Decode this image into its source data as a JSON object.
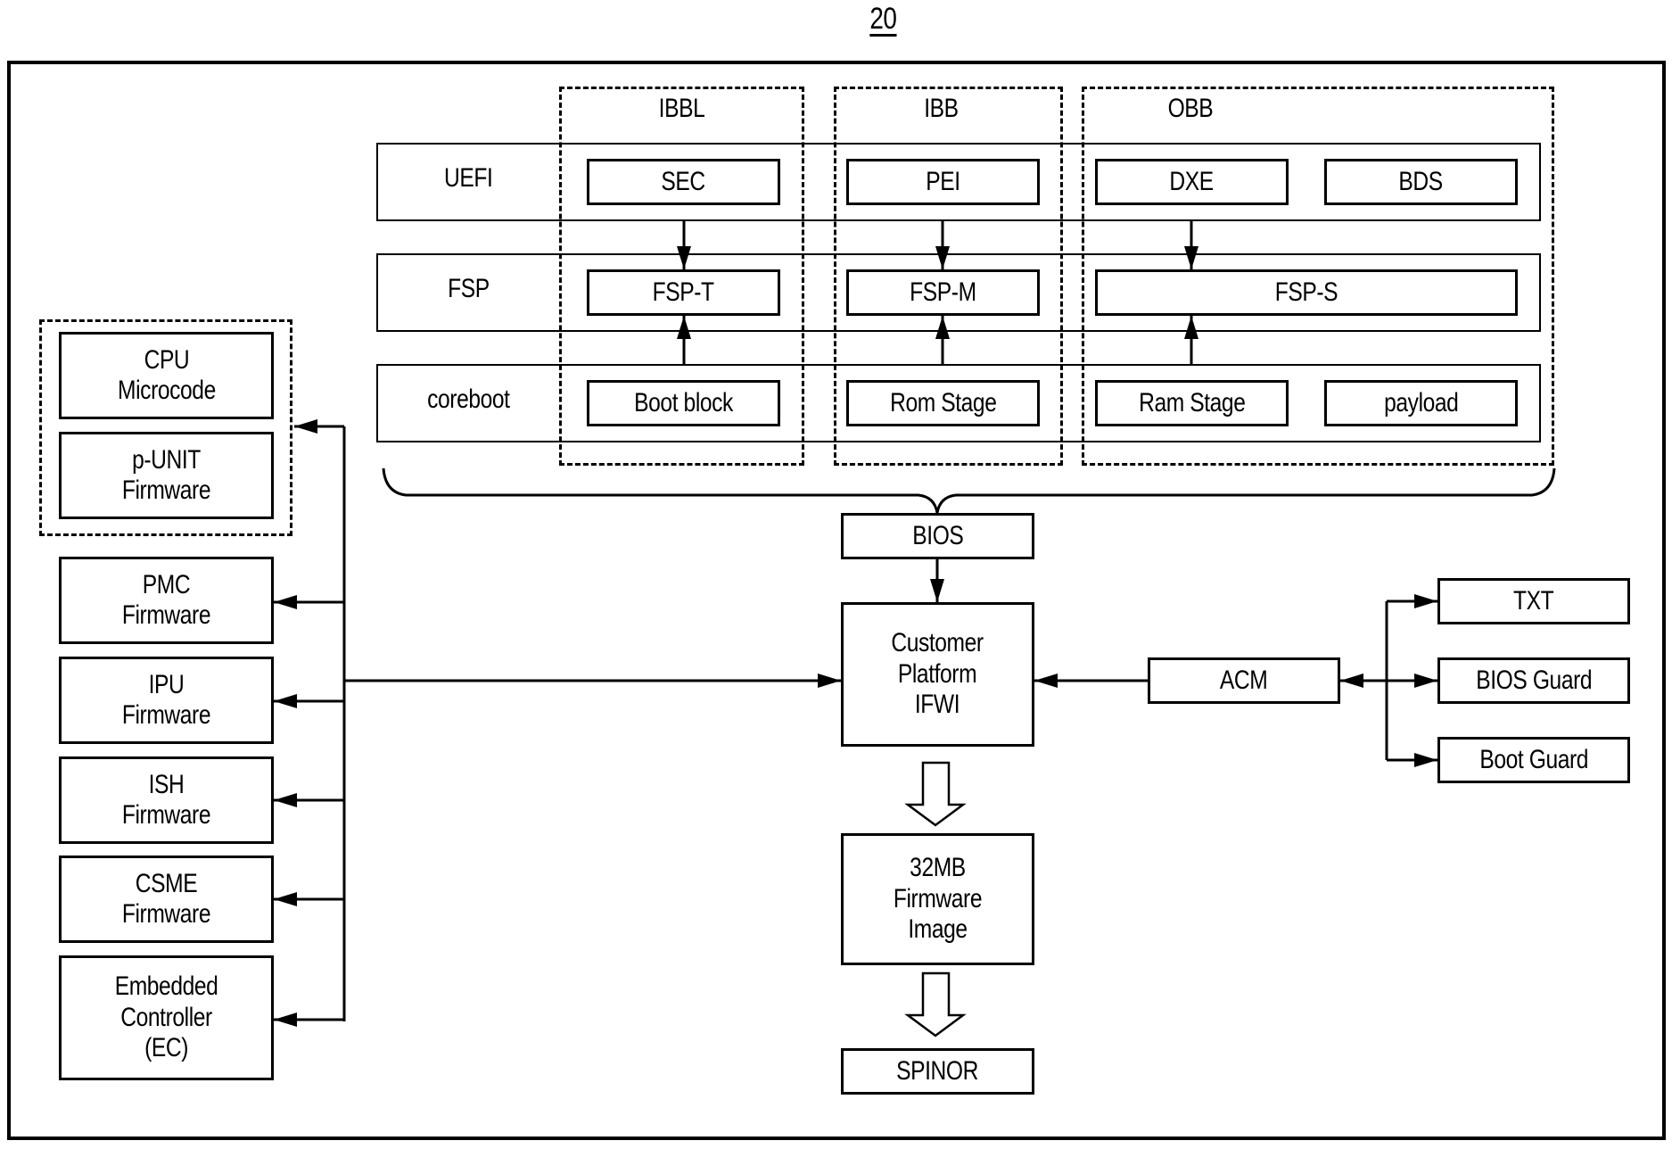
{
  "figure_number": "20",
  "phases": {
    "ibbl": "IBBL",
    "ibb": "IBB",
    "obb": "OBB"
  },
  "rows": {
    "uefi": {
      "label": "UEFI",
      "items": [
        "SEC",
        "PEI",
        "DXE",
        "BDS"
      ]
    },
    "fsp": {
      "label": "FSP",
      "items": [
        "FSP-T",
        "FSP-M",
        "FSP-S"
      ]
    },
    "coreboot": {
      "label": "coreboot",
      "items": [
        "Boot block",
        "Rom Stage",
        "Ram Stage",
        "payload"
      ]
    }
  },
  "center": {
    "bios": "BIOS",
    "ifwi": "Customer\nPlatform\nIFWI",
    "image": "32MB\nFirmware\nImage",
    "spinor": "SPINOR"
  },
  "left": {
    "cpu": "CPU\nMicrocode",
    "punit": "p-UNIT\nFirmware",
    "pmc": "PMC\nFirmware",
    "ipu": "IPU\nFirmware",
    "ish": "ISH\nFirmware",
    "csme": "CSME\nFirmware",
    "ec": "Embedded\nController\n(EC)"
  },
  "right": {
    "acm": "ACM",
    "txt": "TXT",
    "bios_guard": "BIOS Guard",
    "boot_guard": "Boot Guard"
  }
}
